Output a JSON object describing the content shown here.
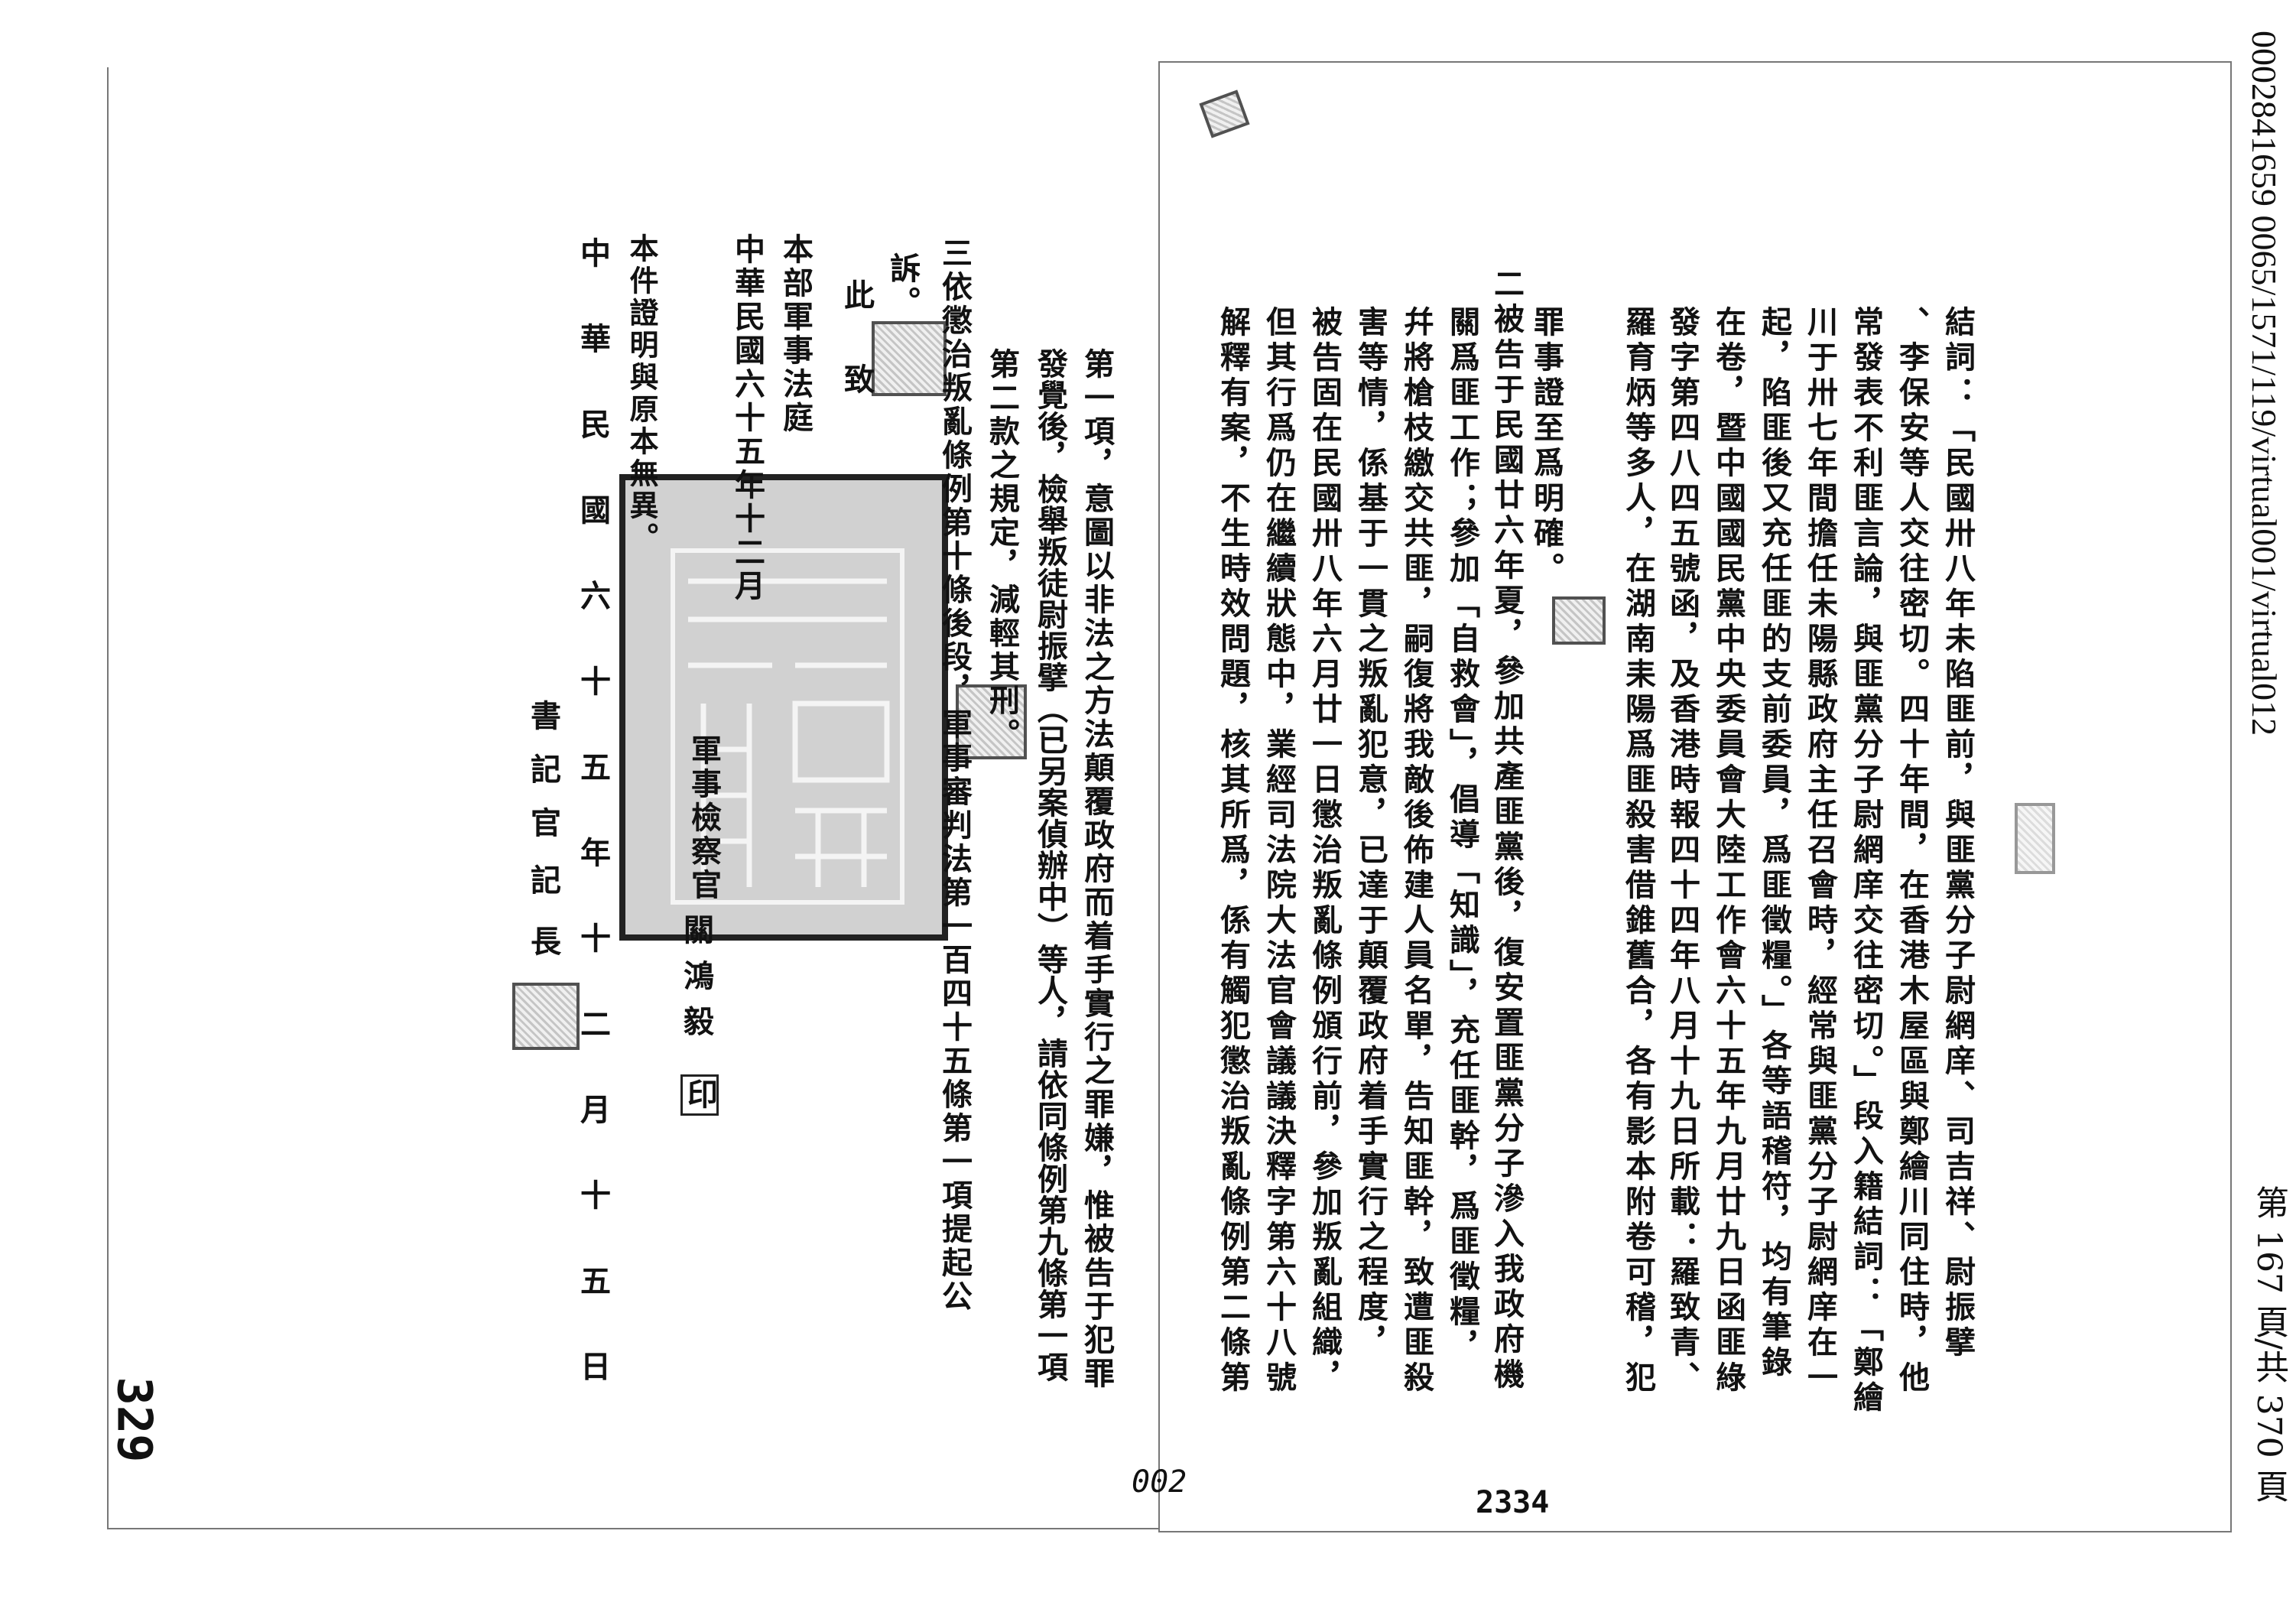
{
  "watermark": {
    "archive_id": "0002841659 0065/1571/119/virtual001/virtual012",
    "page_counter": "第 167 頁/共 370 頁"
  },
  "right_page": {
    "lines": [
      "結詞：「民國卅八年未陷匪前，與匪黨分子尉網庠、司吉祥、尉振擘",
      "、李保安等人交往密切。四十年間，在香港木屋區與鄭繪川同住時，他",
      "常發表不利匪言論，與匪黨分子尉網庠交往密切。」段入籍結詞：「鄭繪",
      "川于卅七年間擔任未陽縣政府主任召會時，經常與匪黨分子尉網庠在一",
      "起，陷匪後又充任匪的支前委員，爲匪徵糧。」各等語稽符，均有筆錄",
      "在卷，暨中國國民黨中央委員會大陸工作會六十五年九月廿九日函匪綠",
      "發字第四八四五號函，及香港時報四十四年八月十九日所載：羅致青、",
      "羅育炳等多人，在湖南耒陽爲匪殺害借錐舊合，各有影本附卷可稽，犯",
      "罪事證至爲明確。",
      "二被告于民國廿六年夏，參加共產匪黨後，復安置匪黨分子滲入我政府機",
      "關爲匪工作；參加「自救會」，倡導「知識」，充任匪幹，爲匪徵糧，",
      "幷將槍枝繳交共匪，嗣復將我敵後佈建人員名單，告知匪幹，致遭匪殺",
      "害等情，係基于一貫之叛亂犯意，已達于顛覆政府着手實行之程度，",
      "被告固在民國卅八年六月廿一日懲治叛亂條例頒行前，參加叛亂組織，",
      "但其行爲仍在繼續狀態中，業經司法院大法官會議議決釋字第六十八號",
      "解釋有案，不生時效問題，核其所爲，係有觸犯懲治叛亂條例第二條第"
    ],
    "page_number": "2334",
    "handwritten_mark": "002"
  },
  "left_page": {
    "lines": [
      "第一項，意圖以非法之方法顛覆政府而着手實行之罪嫌，惟被告于犯罪",
      "發覺後，檢舉叛徒尉振擘（已另案偵辦中）等人，請依同條例第九條第一項",
      "第二款之規定，減輕其刑。",
      "三依懲治叛亂條例第十條後段，軍事審判法第一百四十五條第一項提起公",
      "訴。"
    ],
    "salutation": "此致",
    "addressee": "本部軍事法庭",
    "issue_date": "中華民國六十五年十二月",
    "prosecutor_title": "軍事檢察官",
    "prosecutor_name": "關鴻毅",
    "seal_char": "印",
    "certification": "本件證明與原本無異。",
    "cert_date": "中華民國六十五年十二月十五日",
    "clerk_title": "書記官",
    "clerk_name": "記長",
    "folio": "329"
  }
}
